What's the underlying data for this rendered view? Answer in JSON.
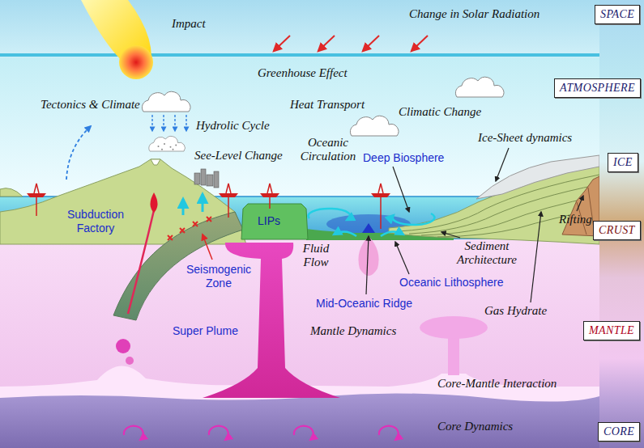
{
  "diagram": {
    "nodes": [
      {
        "text": [
          "SPACE"
        ]
      },
      {
        "text": [
          "ATMOSPHERE"
        ]
      },
      {
        "text": [
          "ICE"
        ]
      },
      {
        "text": [
          "CRUST"
        ]
      },
      {
        "text": [
          "MANTLE"
        ]
      },
      {
        "text": [
          "CORE"
        ]
      }
    ],
    "labels": [
      "Impact",
      "Change in Solar Radiation",
      "Greenhouse Effect",
      "Tectonics & Climate",
      "Heat Transport",
      "Hydrolic Cycle",
      "Climatic Change",
      "Ice-Sheet dynamics",
      "See-Level Change",
      "Oceanic Circulation",
      "Deep Biosphere",
      "Subduction Factory",
      "LIPs",
      "Rifting",
      "Fluid Flow",
      "Sediment Architecture",
      "Seismogenic Zone",
      "Oceanic Lithosphere",
      "Gas Hydrate",
      "Mid-Oceanic Ridge",
      "Super Plume",
      "Mantle Dynamics",
      "Core-Mantle Interaction",
      "Core Dynamics"
    ]
  }
}
